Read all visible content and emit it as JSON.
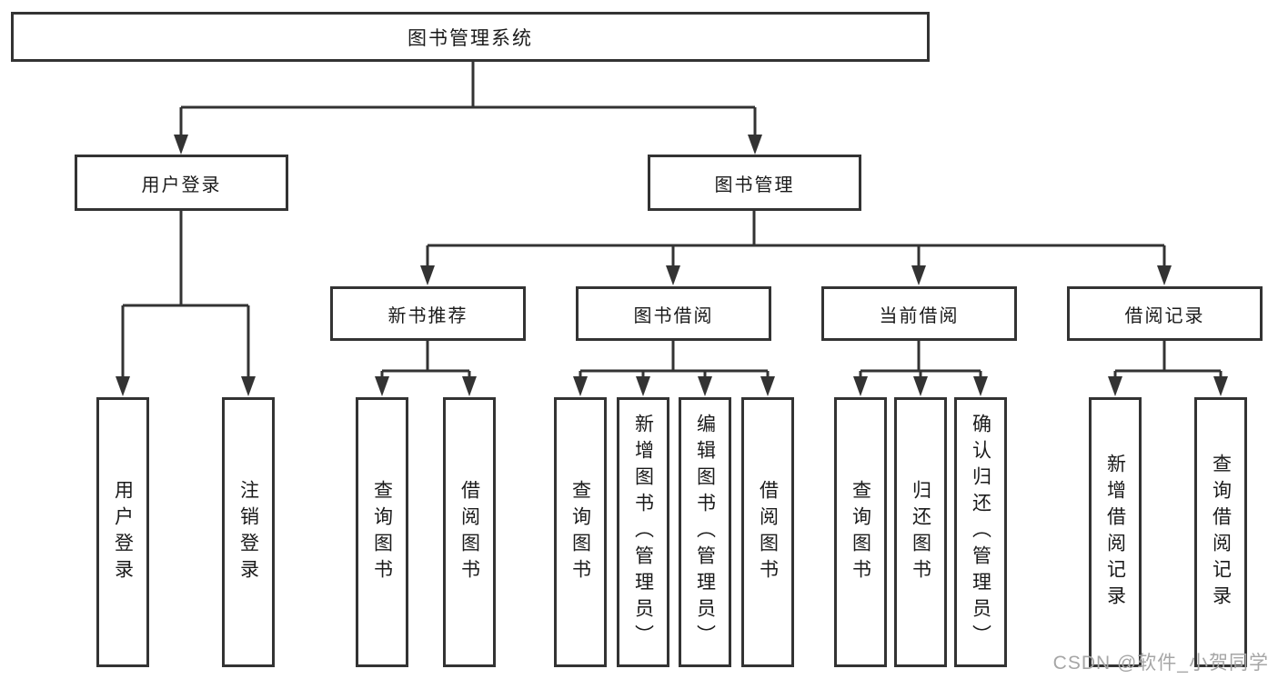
{
  "diagram": {
    "tree": {
      "label": "图书管理系统",
      "children": [
        {
          "label": "用户登录",
          "children": [
            {
              "label": "用户登录"
            },
            {
              "label": "注销登录"
            }
          ]
        },
        {
          "label": "图书管理",
          "children": [
            {
              "label": "新书推荐",
              "children": [
                {
                  "label": "查询图书"
                },
                {
                  "label": "借阅图书"
                }
              ]
            },
            {
              "label": "图书借阅",
              "children": [
                {
                  "label": "查询图书"
                },
                {
                  "label": "新增图书（管理员）"
                },
                {
                  "label": "编辑图书（管理员）"
                },
                {
                  "label": "借阅图书"
                }
              ]
            },
            {
              "label": "当前借阅",
              "children": [
                {
                  "label": "查询图书"
                },
                {
                  "label": "归还图书"
                },
                {
                  "label": "确认归还（管理员）"
                }
              ]
            },
            {
              "label": "借阅记录",
              "children": [
                {
                  "label": "新增借阅记录"
                },
                {
                  "label": "查询借阅记录"
                }
              ]
            }
          ]
        }
      ]
    }
  },
  "watermark": {
    "text": "CSDN @软件_小贺同学"
  },
  "colors": {
    "line": "#333333",
    "box_fill": "#ffffff",
    "text": "#1a1a1a",
    "watermark": "#a6a6a6"
  }
}
